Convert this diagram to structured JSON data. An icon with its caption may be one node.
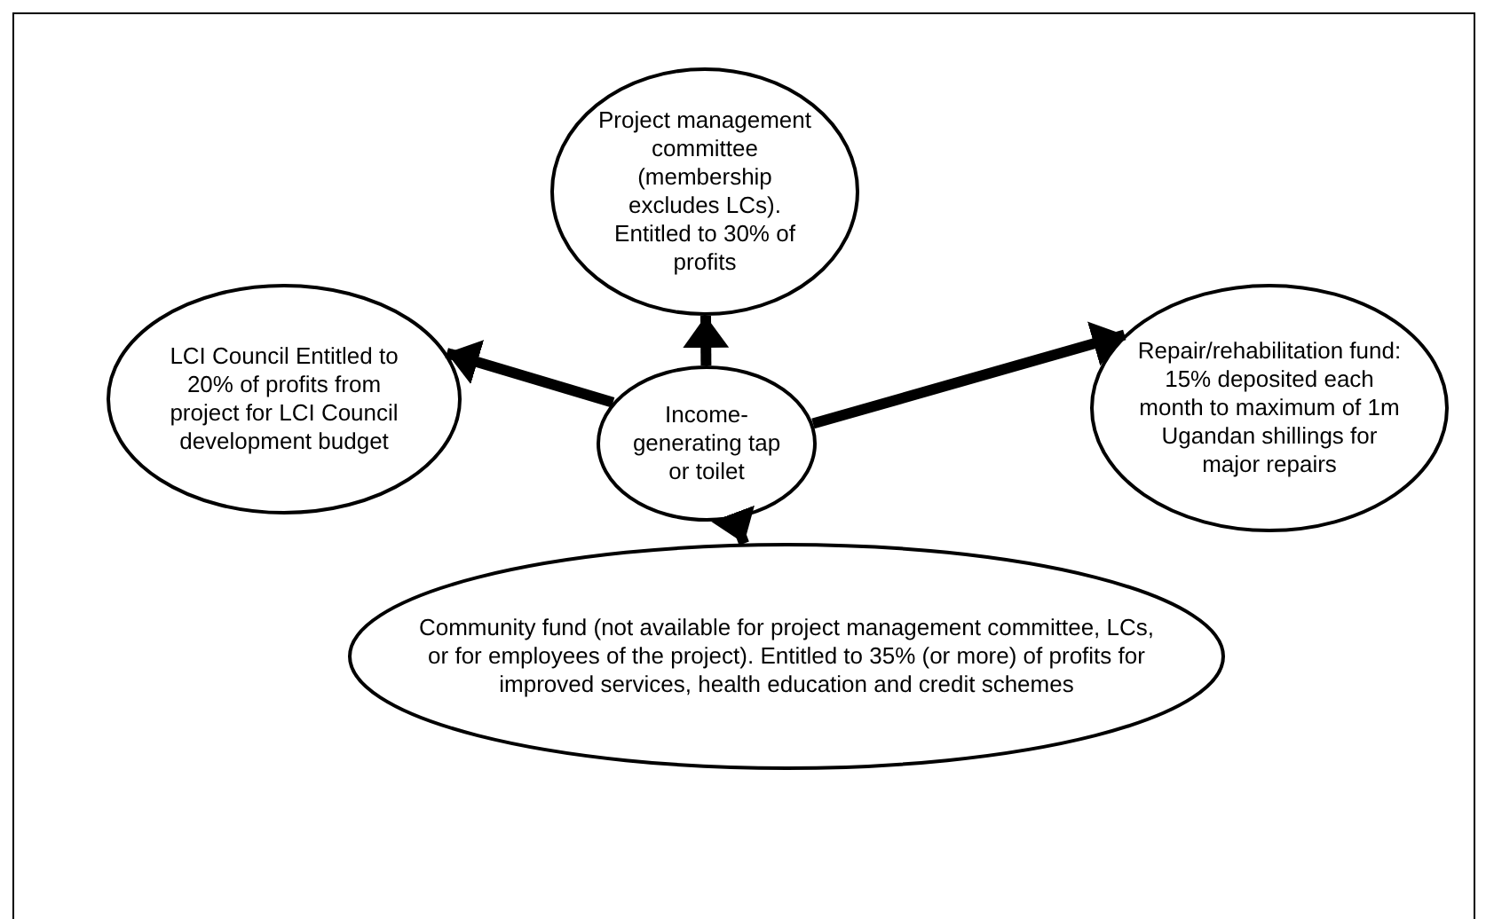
{
  "diagram": {
    "nodes": [
      {
        "text": [
          "Project management committee (membership excludes LCs). Entitled to 30% of profits"
        ]
      },
      {
        "text": [
          "LCI Council Entitled to 20% of profits from project for LCI Council development budget"
        ]
      },
      {
        "text": [
          "Income-generating tap or toilet"
        ]
      },
      {
        "text": [
          "Repair/rehabilitation fund: 15% deposited each month to maximum of 1m Ugandan shillings for major repairs"
        ]
      },
      {
        "text": [
          "Community fund (not available for project management committee, LCs, or for employees of the project). Entitled to 35% (or more) of profits for improved services, health education and credit schemes"
        ]
      }
    ],
    "edges": [
      {
        "from": 2,
        "to": 0,
        "arrow": "to"
      },
      {
        "from": 2,
        "to": 1,
        "arrow": "to"
      },
      {
        "from": 2,
        "to": 3,
        "arrow": "to"
      },
      {
        "from": 2,
        "to": 4,
        "arrow": "to"
      }
    ]
  }
}
